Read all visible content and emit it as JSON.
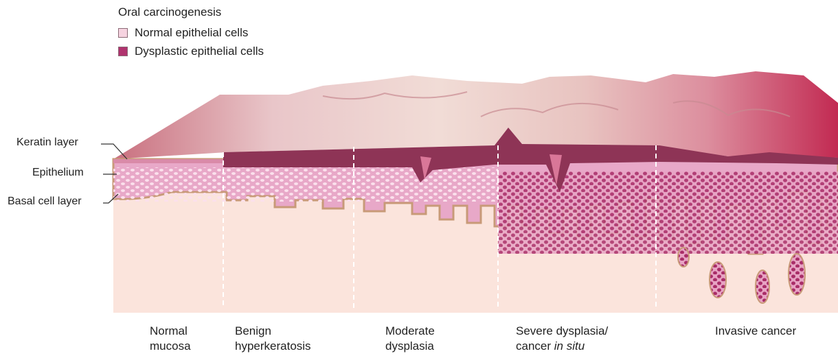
{
  "legend": {
    "title": "Oral carcinogenesis",
    "items": [
      {
        "label": "Normal epithelial cells",
        "color": "#f6d3e0"
      },
      {
        "label": "Dysplastic epithelial cells",
        "color": "#b0336e"
      }
    ]
  },
  "layer_labels": {
    "keratin": "Keratin layer",
    "epithelium": "Epithelium",
    "basal": "Basal cell layer"
  },
  "stages": [
    {
      "line1": "Normal",
      "line2": "mucosa"
    },
    {
      "line1": "Benign",
      "line2": "hyperkeratosis"
    },
    {
      "line1": "Moderate",
      "line2": "dysplasia"
    },
    {
      "line1": "Severe dysplasia/",
      "line2_prefix": "cancer ",
      "line2_italic": "in situ"
    },
    {
      "line1": "Invasive cancer",
      "line2": ""
    }
  ],
  "colors": {
    "stroma": "#fbe4dc",
    "epithelium": "#e8a8c8",
    "keratin": "#8e3456",
    "basal": "#c89a78",
    "dysplastic": "#b0336e",
    "normal_cell": "#fbe0ec",
    "surface": "#ecc9cb"
  }
}
